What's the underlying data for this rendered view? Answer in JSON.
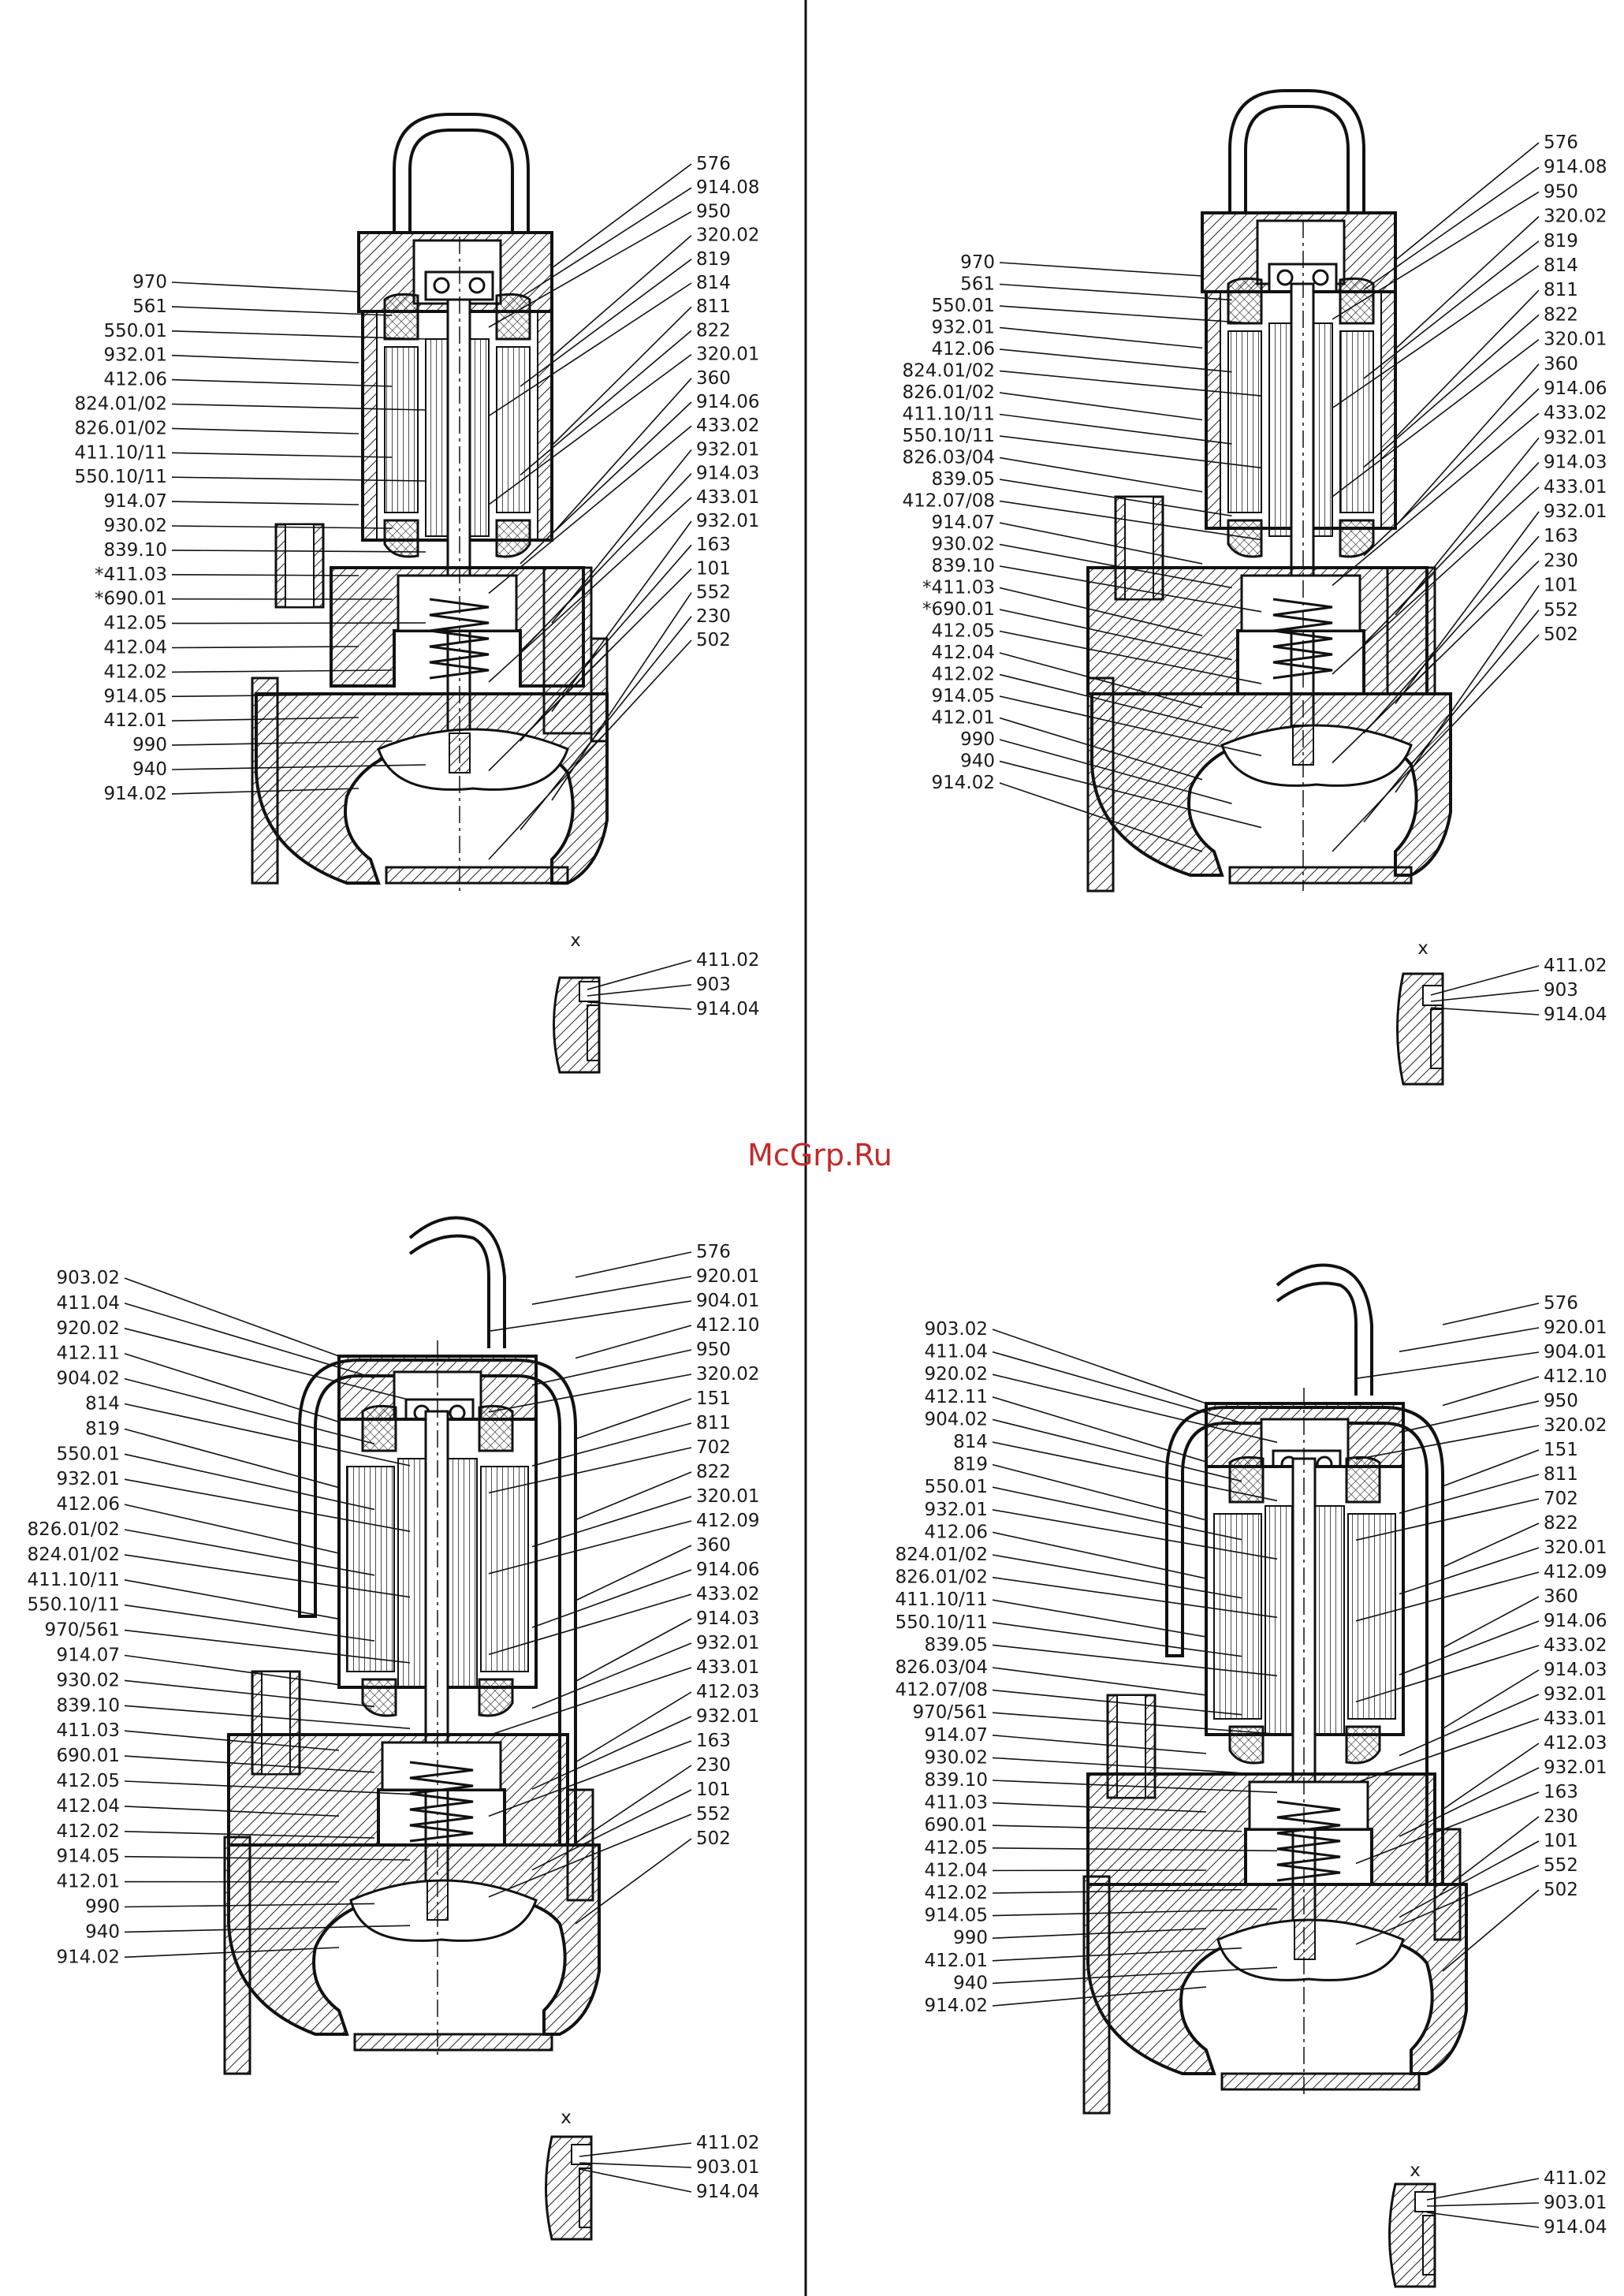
{
  "watermark": "McGrp.Ru",
  "detail_marker": "x",
  "views": [
    {
      "left": [
        "970",
        "561",
        "550.01",
        "932.01",
        "412.06",
        "824.01/02",
        "826.01/02",
        "411.10/11",
        "550.10/11",
        "914.07",
        "930.02",
        "839.10",
        "*411.03",
        "*690.01",
        "412.05",
        "412.04",
        "412.02",
        "914.05",
        "412.01",
        "990",
        "940",
        "914.02"
      ],
      "right": [
        "576",
        "914.08",
        "950",
        "320.02",
        "819",
        "814",
        "811",
        "822",
        "320.01",
        "360",
        "914.06",
        "433.02",
        "932.01",
        "914.03",
        "433.01",
        "932.01",
        "163",
        "101",
        "552",
        "230",
        "502"
      ],
      "detail": [
        "411.02",
        "903",
        "914.04"
      ]
    },
    {
      "left": [
        "970",
        "561",
        "550.01",
        "932.01",
        "412.06",
        "824.01/02",
        "826.01/02",
        "411.10/11",
        "550.10/11",
        "826.03/04",
        "839.05",
        "412.07/08",
        "914.07",
        "930.02",
        "839.10",
        "*411.03",
        "*690.01",
        "412.05",
        "412.04",
        "412.02",
        "914.05",
        "412.01",
        "990",
        "940",
        "914.02"
      ],
      "right": [
        "576",
        "914.08",
        "950",
        "320.02",
        "819",
        "814",
        "811",
        "822",
        "320.01",
        "360",
        "914.06",
        "433.02",
        "932.01",
        "914.03",
        "433.01",
        "932.01",
        "163",
        "230",
        "101",
        "552",
        "502"
      ],
      "detail": [
        "411.02",
        "903",
        "914.04"
      ]
    },
    {
      "left": [
        "903.02",
        "411.04",
        "920.02",
        "412.11",
        "904.02",
        "814",
        "819",
        "550.01",
        "932.01",
        "412.06",
        "826.01/02",
        "824.01/02",
        "411.10/11",
        "550.10/11",
        "970/561",
        "914.07",
        "930.02",
        "839.10",
        "411.03",
        "690.01",
        "412.05",
        "412.04",
        "412.02",
        "914.05",
        "412.01",
        "990",
        "940",
        "914.02"
      ],
      "right": [
        "576",
        "920.01",
        "904.01",
        "412.10",
        "950",
        "320.02",
        "151",
        "811",
        "702",
        "822",
        "320.01",
        "412.09",
        "360",
        "914.06",
        "433.02",
        "914.03",
        "932.01",
        "433.01",
        "412.03",
        "932.01",
        "163",
        "230",
        "101",
        "552",
        "502"
      ],
      "detail": [
        "411.02",
        "903.01",
        "914.04"
      ]
    },
    {
      "left": [
        "903.02",
        "411.04",
        "920.02",
        "412.11",
        "904.02",
        "814",
        "819",
        "550.01",
        "932.01",
        "412.06",
        "824.01/02",
        "826.01/02",
        "411.10/11",
        "550.10/11",
        "839.05",
        "826.03/04",
        "412.07/08",
        "970/561",
        "914.07",
        "930.02",
        "839.10",
        "411.03",
        "690.01",
        "412.05",
        "412.04",
        "412.02",
        "914.05",
        "990",
        "412.01",
        "940",
        "914.02"
      ],
      "right": [
        "576",
        "920.01",
        "904.01",
        "412.10",
        "950",
        "320.02",
        "151",
        "811",
        "702",
        "822",
        "320.01",
        "412.09",
        "360",
        "914.06",
        "433.02",
        "914.03",
        "932.01",
        "433.01",
        "412.03",
        "932.01",
        "163",
        "230",
        "101",
        "552",
        "502"
      ],
      "detail": [
        "411.02",
        "903.01",
        "914.04"
      ]
    }
  ]
}
